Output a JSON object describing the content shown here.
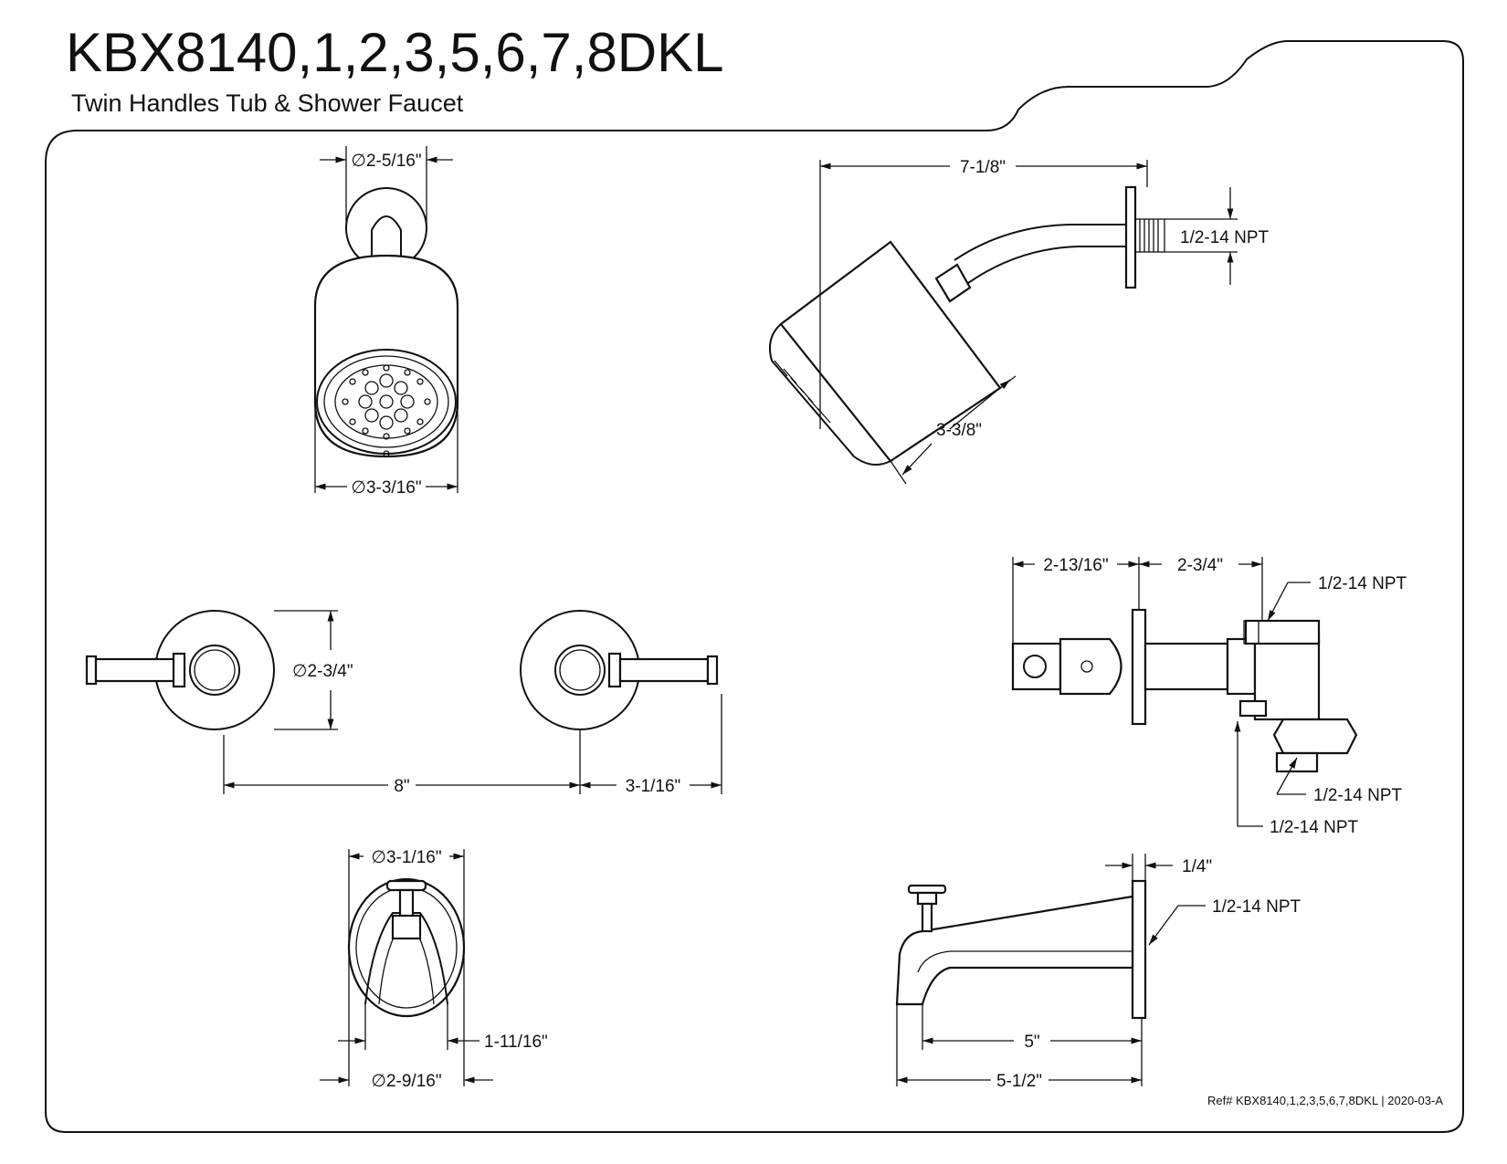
{
  "header": {
    "title": "KBX8140,1,2,3,5,6,7,8DKL",
    "subtitle": "Twin Handles Tub & Shower Faucet"
  },
  "dimensions": {
    "showerhead_front_top": "∅2-5/16\"",
    "showerhead_front_bottom": "∅3-3/16\"",
    "shower_arm_reach": "7-1/8\"",
    "shower_arm_thread": "1/2-14 NPT",
    "showerhead_side_height": "3-3/8\"",
    "handle_flange_dia": "∅2-3/4\"",
    "handle_spacing": "8\"",
    "handle_lever_length": "3-1/16\"",
    "valve_depth_a": "2-13/16\"",
    "valve_depth_b": "2-3/4\"",
    "valve_inlet_top": "1/2-14 NPT",
    "valve_outlet_right": "1/2-14 NPT",
    "valve_outlet_bottom": "1/2-14 NPT",
    "diverter_top_dia": "∅3-1/16\"",
    "diverter_width": "1-11/16\"",
    "diverter_bottom_dia": "∅2-9/16\"",
    "spout_flange": "1/4\"",
    "spout_thread": "1/2-14 NPT",
    "spout_reach": "5\"",
    "spout_total": "5-1/2\""
  },
  "footer": {
    "ref": "Ref# KBX8140,1,2,3,5,6,7,8DKL | 2020-03-A"
  }
}
